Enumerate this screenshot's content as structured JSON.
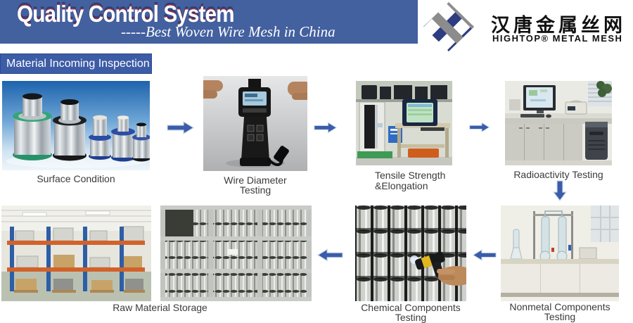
{
  "header": {
    "title": "Quality Control System",
    "subtitle": "-----Best Woven Wire Mesh in China"
  },
  "logo": {
    "chinese_name": "汉唐金属丝网",
    "english_name": "HIGHTOP® METAL MESH"
  },
  "section_label": "Material Incoming Inspection",
  "steps": [
    {
      "name": "surface-condition",
      "lines": [
        "Surface Condition"
      ]
    },
    {
      "name": "wire-diameter-testing",
      "lines": [
        "Wire Diameter",
        "Testing"
      ]
    },
    {
      "name": "tensile-strength-elongation",
      "lines": [
        "Tensile Strength",
        "&Elongation"
      ]
    },
    {
      "name": "radioactivity-testing",
      "lines": [
        "Radioactivity Testing"
      ]
    },
    {
      "name": "raw-material-storage",
      "lines": [
        "Raw Material Storage"
      ]
    },
    {
      "name": "chemical-components-testing",
      "lines": [
        "Chemical Components",
        "Testing"
      ]
    },
    {
      "name": "nonmetal-components-testing",
      "lines": [
        "Nonmetal Components",
        "Testing"
      ]
    }
  ],
  "colors": {
    "banner_blue": "#43609F",
    "label_blue": "#3D5CA6",
    "arrow_blue": "#3A5CA9",
    "logo_navy": "#2E3C82",
    "logo_gray": "#8C8C8C",
    "caption_text": "#3B3B3B"
  }
}
